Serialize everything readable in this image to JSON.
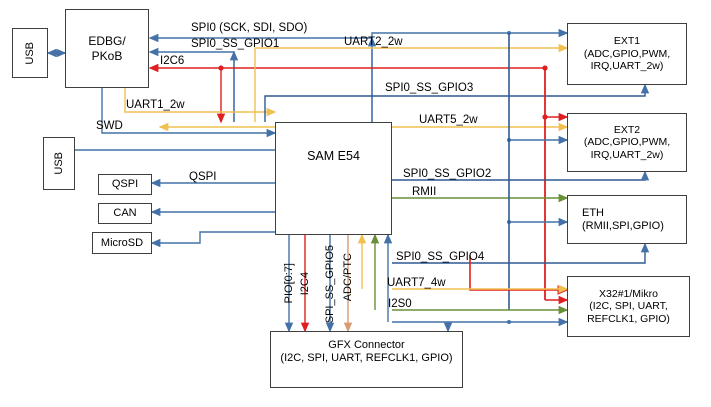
{
  "diagram": {
    "title": "SAM E54 Board Block Diagram",
    "colors": {
      "blue": "#4472a8",
      "dark_blue": "#2e5a92",
      "red": "#e02020",
      "yellow": "#f0c050",
      "green": "#6a8f3a",
      "orange": "#d89a72",
      "box_border": "#3f3f3f",
      "background": "#ffffff"
    },
    "blocks": [
      {
        "id": "usb_top",
        "label": "USB",
        "orientation": "vertical"
      },
      {
        "id": "edbg",
        "label": "EDBG/\nPKoB",
        "orientation": "horizontal"
      },
      {
        "id": "usb_mid",
        "label": "USB",
        "orientation": "vertical"
      },
      {
        "id": "qspi",
        "label": "QSPI",
        "orientation": "horizontal"
      },
      {
        "id": "can",
        "label": "CAN",
        "orientation": "horizontal"
      },
      {
        "id": "microsd",
        "label": "MicroSD",
        "orientation": "horizontal"
      },
      {
        "id": "mcu",
        "label": "SAM E54",
        "orientation": "horizontal"
      },
      {
        "id": "ext1",
        "label": "EXT1\n(ADC,GPIO,PWM,\nIRQ,UART_2w)",
        "orientation": "horizontal"
      },
      {
        "id": "ext2",
        "label": "EXT2\n(ADC,GPIO,PWM,\nIRQ,UART_2w)",
        "orientation": "horizontal"
      },
      {
        "id": "eth",
        "label": "ETH\n(RMII,SPI,GPIO)",
        "orientation": "horizontal"
      },
      {
        "id": "x32",
        "label": "X32#1/Mikro\n(I2C, SPI, UART,\nREFCLK1, GPIO)",
        "orientation": "horizontal"
      },
      {
        "id": "gfx",
        "label": "GFX Connector\n(I2C, SPI, UART, REFCLK1, GPIO)",
        "orientation": "horizontal"
      }
    ],
    "block_text": {
      "usb_top": "USB",
      "edbg_line1": "EDBG/",
      "edbg_line2": "PKoB",
      "usb_mid": "USB",
      "qspi": "QSPI",
      "can": "CAN",
      "microsd": "MicroSD",
      "mcu": "SAM E54",
      "ext1_line1": "EXT1",
      "ext1_line2": "(ADC,GPIO,PWM,",
      "ext1_line3": "IRQ,UART_2w)",
      "ext2_line1": "EXT2",
      "ext2_line2": "(ADC,GPIO,PWM,",
      "ext2_line3": "IRQ,UART_2w)",
      "eth_line1": "ETH",
      "eth_line2": "(RMII,SPI,GPIO)",
      "x32_line1": "X32#1/Mikro",
      "x32_line2": "(I2C, SPI, UART,",
      "x32_line3": "REFCLK1, GPIO)",
      "gfx_line1": "GFX Connector",
      "gfx_line2": "(I2C, SPI, UART, REFCLK1, GPIO)"
    },
    "signal_labels": {
      "spi0": "SPI0 (SCK, SDI, SDO)",
      "spi0_ss_gpio1": "SPI0_SS_GPIO1",
      "i2c6": "I2C6",
      "uart2_2w": "UART2_2w",
      "spi0_ss_gpio3": "SPI0_SS_GPIO3",
      "uart1_2w": "UART1_2w",
      "uart5_2w": "UART5_2w",
      "swd": "SWD",
      "qspi_bus": "QSPI",
      "spi0_ss_gpio2": "SPI0_SS_GPIO2",
      "rmii": "RMII",
      "spi0_ss_gpio4": "SPI0_SS_GPIO4",
      "uart7_4w": "UART7_4w",
      "i2s0": "I2S0",
      "pio": "PIO[0:7]",
      "i2c4": "I2C4",
      "spi_ss_gpio5": "SPI_SS_GPIO5",
      "adc_ptc": "ADC/PTC"
    }
  }
}
